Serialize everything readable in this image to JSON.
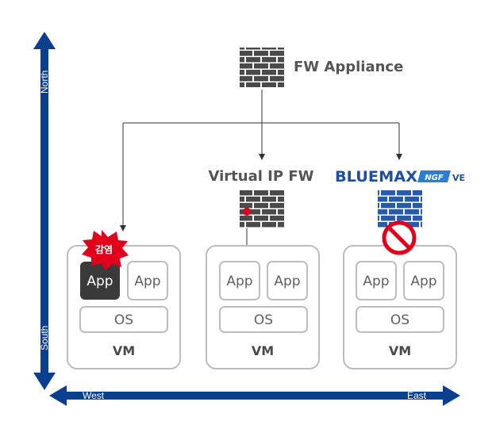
{
  "axes": {
    "north": "North",
    "south": "South",
    "west": "West",
    "east": "East"
  },
  "fw_appliance": {
    "label": "FW Appliance"
  },
  "virtual_ip_fw": {
    "label": "Virtual IP FW"
  },
  "bluemax": {
    "brand": "BLUEMAX",
    "badge": "NGF",
    "suffix": "VE"
  },
  "infection": {
    "label": "감염"
  },
  "vms": [
    {
      "label": "VM",
      "os": "OS",
      "apps": [
        "App",
        "App"
      ]
    },
    {
      "label": "VM",
      "os": "OS",
      "apps": [
        "App",
        "App"
      ]
    },
    {
      "label": "VM",
      "os": "OS",
      "apps": [
        "App",
        "App"
      ]
    }
  ],
  "colors": {
    "axis": "#0a3f8f",
    "firewall_gray": "#4a4a4a",
    "firewall_blue": "#2a5aa8",
    "block": "#e0001b",
    "infected_app": "#3a3a3a"
  }
}
